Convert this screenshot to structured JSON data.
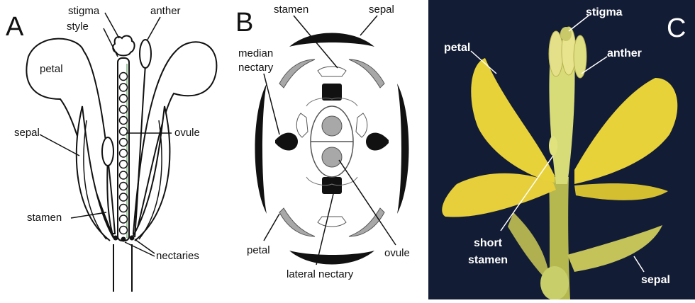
{
  "panel_a": {
    "letter": "A",
    "labels": {
      "stigma": "stigma",
      "style": "style",
      "anther": "anther",
      "petal": "petal",
      "sepal": "sepal",
      "ovule": "ovule",
      "stamen": "stamen",
      "nectaries": "nectaries"
    }
  },
  "panel_b": {
    "letter": "B",
    "labels": {
      "stamen": "stamen",
      "sepal": "sepal",
      "median_nectary_1": "median",
      "median_nectary_2": "nectary",
      "petal": "petal",
      "ovule": "ovule",
      "lateral_nectary": "lateral nectary"
    }
  },
  "panel_c": {
    "letter": "C",
    "labels": {
      "stigma": "stigma",
      "petal": "petal",
      "anther": "anther",
      "short_stamen_1": "short",
      "short_stamen_2": "stamen",
      "sepal": "sepal"
    }
  },
  "colors": {
    "flower_yellow": "#e8d23a",
    "flower_green": "#c8c85a",
    "photo_background": "#101830",
    "organ_gray": "#a8a8a8"
  }
}
